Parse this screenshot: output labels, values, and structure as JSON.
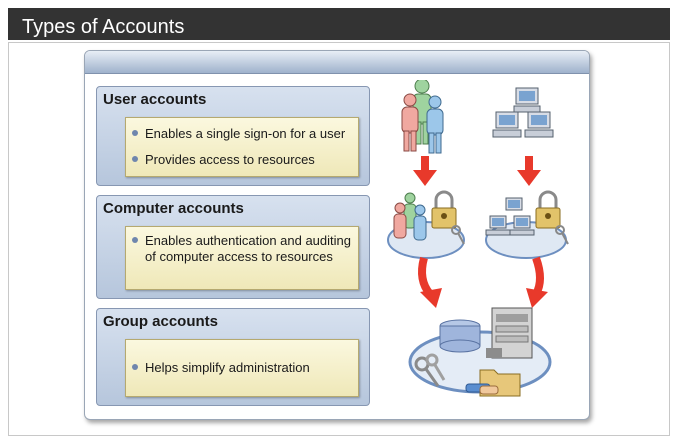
{
  "header": {
    "title": "Types of Accounts"
  },
  "panels": [
    {
      "title": "User accounts",
      "bullets": [
        "Enables a single sign-on for a user",
        "Provides access to resources"
      ]
    },
    {
      "title": "Computer accounts",
      "bullets": [
        "Enables authentication and auditing of computer access to resources"
      ]
    },
    {
      "title": "Group accounts",
      "bullets": [
        "Helps simplify administration"
      ]
    }
  ],
  "colors": {
    "title_bar": "#333333",
    "arrow": "#e8392b",
    "panel": "#c3d1e6",
    "inner_box": "#f6f1cc"
  },
  "illustration": {
    "icons": [
      "users-icon",
      "computers-icon",
      "users-with-padlock-icon",
      "computers-with-padlock-icon",
      "database-icon",
      "server-icon",
      "keys-icon",
      "folder-icon",
      "handshake-icon"
    ]
  }
}
